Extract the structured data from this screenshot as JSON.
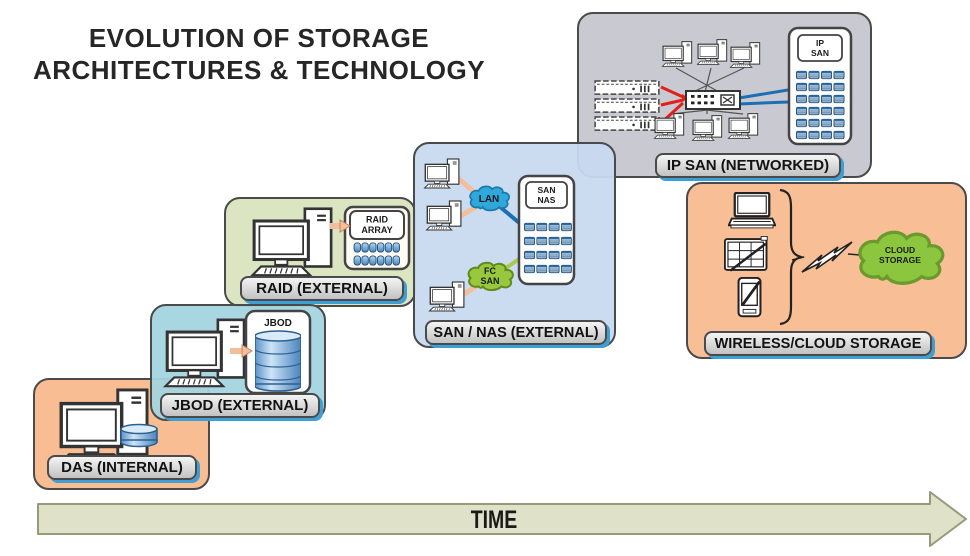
{
  "title": {
    "line1": "EVOLUTION OF STORAGE",
    "line2": "ARCHITECTURES & TECHNOLOGY"
  },
  "stages": {
    "das": {
      "label": "DAS (INTERNAL)"
    },
    "jbod": {
      "label": "JBOD (EXTERNAL)",
      "enclosure_label": "JBOD"
    },
    "raid": {
      "label": "RAID (EXTERNAL)",
      "enclosure_line1": "RAID",
      "enclosure_line2": "ARRAY"
    },
    "san_nas": {
      "label": "SAN / NAS (EXTERNAL)",
      "enclosure_line1": "SAN",
      "enclosure_line2": "NAS",
      "lan_cloud_label": "LAN",
      "fc_cloud_line1": "FC",
      "fc_cloud_line2": "SAN"
    },
    "ip_san": {
      "label": "IP SAN (NETWORKED)",
      "enclosure_line1": "IP",
      "enclosure_line2": "SAN"
    },
    "wireless": {
      "label": "WIRELESS/CLOUD STORAGE",
      "cloud_line1": "CLOUD",
      "cloud_line2": "STORAGE"
    }
  },
  "timeline": {
    "label": "TIME"
  },
  "palette": {
    "das_box": "#F8B98C",
    "jbod_box": "#A3D4DF",
    "raid_box": "#D9E4BE",
    "san_nas_box": "#C8DAF0",
    "ip_san_box": "#C7C7CF",
    "wireless_box": "#F8BC90",
    "lan_cloud": "#2FA8DC",
    "fc_san_cloud": "#97C83E",
    "cloud_storage": "#8CC63F",
    "pill_shadow": "#3E9FD4",
    "time_arrow": "#DFE1C8",
    "link_peach": "#F2BE9C",
    "link_blue": "#1A6FB5",
    "link_green": "#A9C94D",
    "link_red": "#E0201B"
  },
  "icons": {
    "desktop-pc": "svg-monitor-tower-keyboard",
    "disk": "svg-cylinder",
    "disk-stack": "svg-cylinder-stack",
    "storage-module": "svg-striped-rect",
    "cloud": "svg-cloud",
    "server-rack": "svg-rect-grille",
    "network-switch": "svg-rect-ports",
    "laptop": "svg-laptop",
    "tablet": "svg-tablet",
    "handheld": "svg-handheld",
    "lightning-bolt": "svg-polygon",
    "curly-brace": "svg-path",
    "time-arrow": "svg-arrow"
  }
}
